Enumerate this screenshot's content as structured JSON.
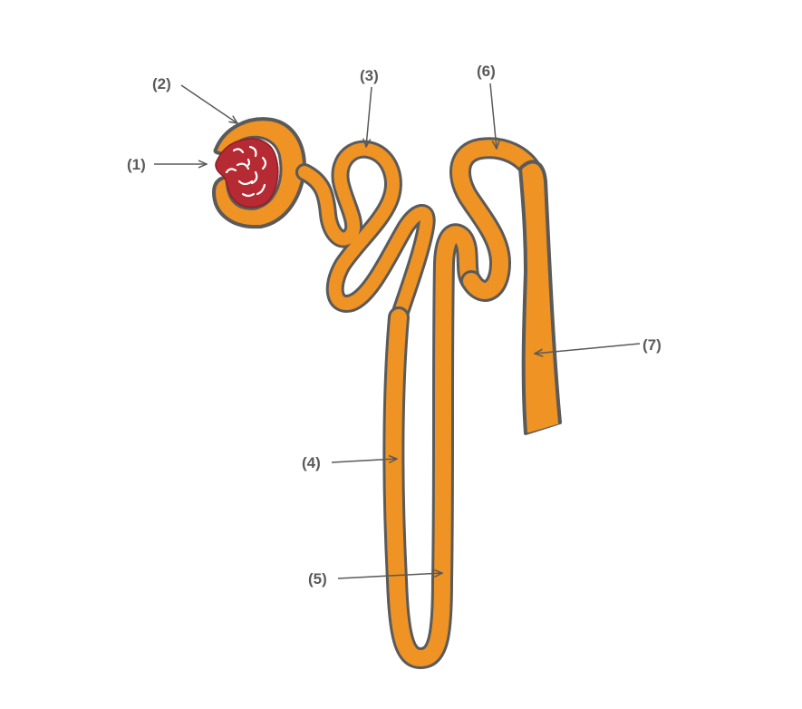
{
  "colors": {
    "tubule_fill": "#ee9324",
    "tubule_outline": "#5a5a5a",
    "glomerulus": "#b52a33",
    "arrow": "#5a5a5a",
    "label_text": "#5a5a5a",
    "background": "#ffffff"
  },
  "labels": {
    "l1": "(1)",
    "l2": "(2)",
    "l3": "(3)",
    "l4": "(4)",
    "l5": "(5)",
    "l6": "(6)",
    "l7": "(7)"
  }
}
